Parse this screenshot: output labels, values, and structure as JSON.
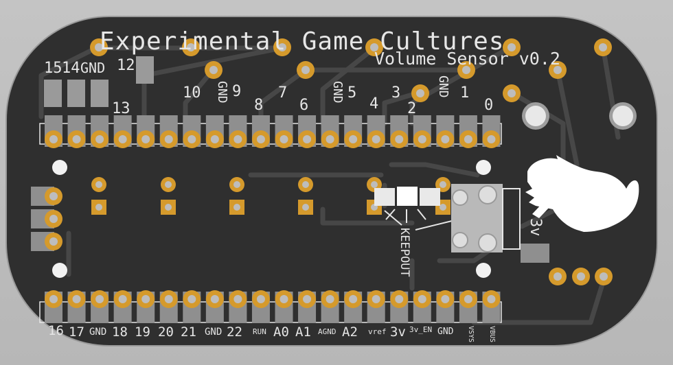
{
  "board": {
    "title": "Experimental Game Cultures",
    "subtitle": "Volume Sensor v0.2",
    "keepout_label": "KEEPOUT",
    "voltage_label": "3v",
    "colors": {
      "background": "#bdbdbd",
      "board": "#2f2f2f",
      "trace": "#4a4a4a",
      "silkscreen": "#e6e6e6",
      "copper_pad": "#d59a2c",
      "header_pad": "#8f8f8f",
      "usb": "#b9b9b9"
    }
  },
  "top_header_labels": [
    "15",
    "14",
    "GND",
    "12",
    "13",
    "10",
    "GND",
    "9",
    "8",
    "7",
    "6",
    "GND",
    "5",
    "4",
    "3",
    "2",
    "GND",
    "1",
    "0"
  ],
  "bottom_header_labels": [
    "16",
    "17",
    "GND",
    "18",
    "19",
    "20",
    "21",
    "GND",
    "22",
    "RUN",
    "A0",
    "A1",
    "AGND",
    "A2",
    "vref",
    "3v",
    "3v_EN",
    "GND",
    "VSYS",
    "VBUS"
  ],
  "mascot": "bird-silhouette"
}
